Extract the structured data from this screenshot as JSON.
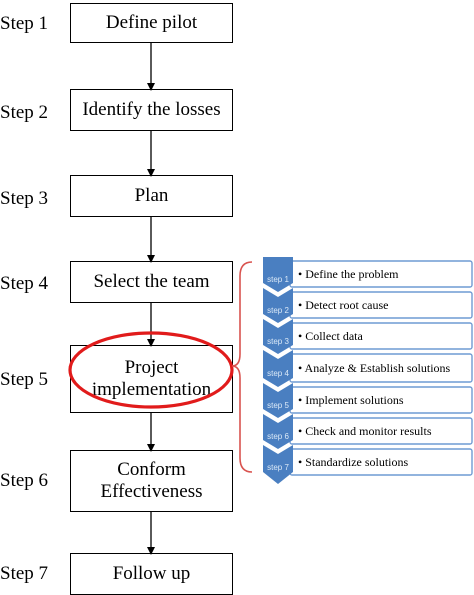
{
  "steps": [
    {
      "label": "Step 1",
      "box_lines": [
        "Define pilot"
      ]
    },
    {
      "label": "Step 2",
      "box_lines": [
        "Identify the losses"
      ]
    },
    {
      "label": "Step 3",
      "box_lines": [
        "Plan"
      ]
    },
    {
      "label": "Step 4",
      "box_lines": [
        "Select the team"
      ]
    },
    {
      "label": "Step 5",
      "box_lines": [
        "Project",
        "implementation"
      ]
    },
    {
      "label": "Step 6",
      "box_lines": [
        "Conform",
        "Effectiveness"
      ]
    },
    {
      "label": "Step 7",
      "box_lines": [
        "Follow up"
      ]
    }
  ],
  "sub_steps": [
    {
      "chevron_label": "step 1",
      "text": "• Define the problem"
    },
    {
      "chevron_label": "step 2",
      "text": "• Detect root cause"
    },
    {
      "chevron_label": "step 3",
      "text": "• Collect data"
    },
    {
      "chevron_label": "step 4",
      "text": "• Analyze & Establish solutions"
    },
    {
      "chevron_label": "step 5",
      "text": "• Implement solutions"
    },
    {
      "chevron_label": "step 6",
      "text": "• Check and monitor results"
    },
    {
      "chevron_label": "step 7",
      "text": "• Standardize solutions"
    }
  ],
  "colors": {
    "highlight_ellipse": "#e11b1b",
    "bracket": "#d9534f",
    "chevron": "#4a7fc1",
    "sub_box_border": "#6f9bd3"
  }
}
